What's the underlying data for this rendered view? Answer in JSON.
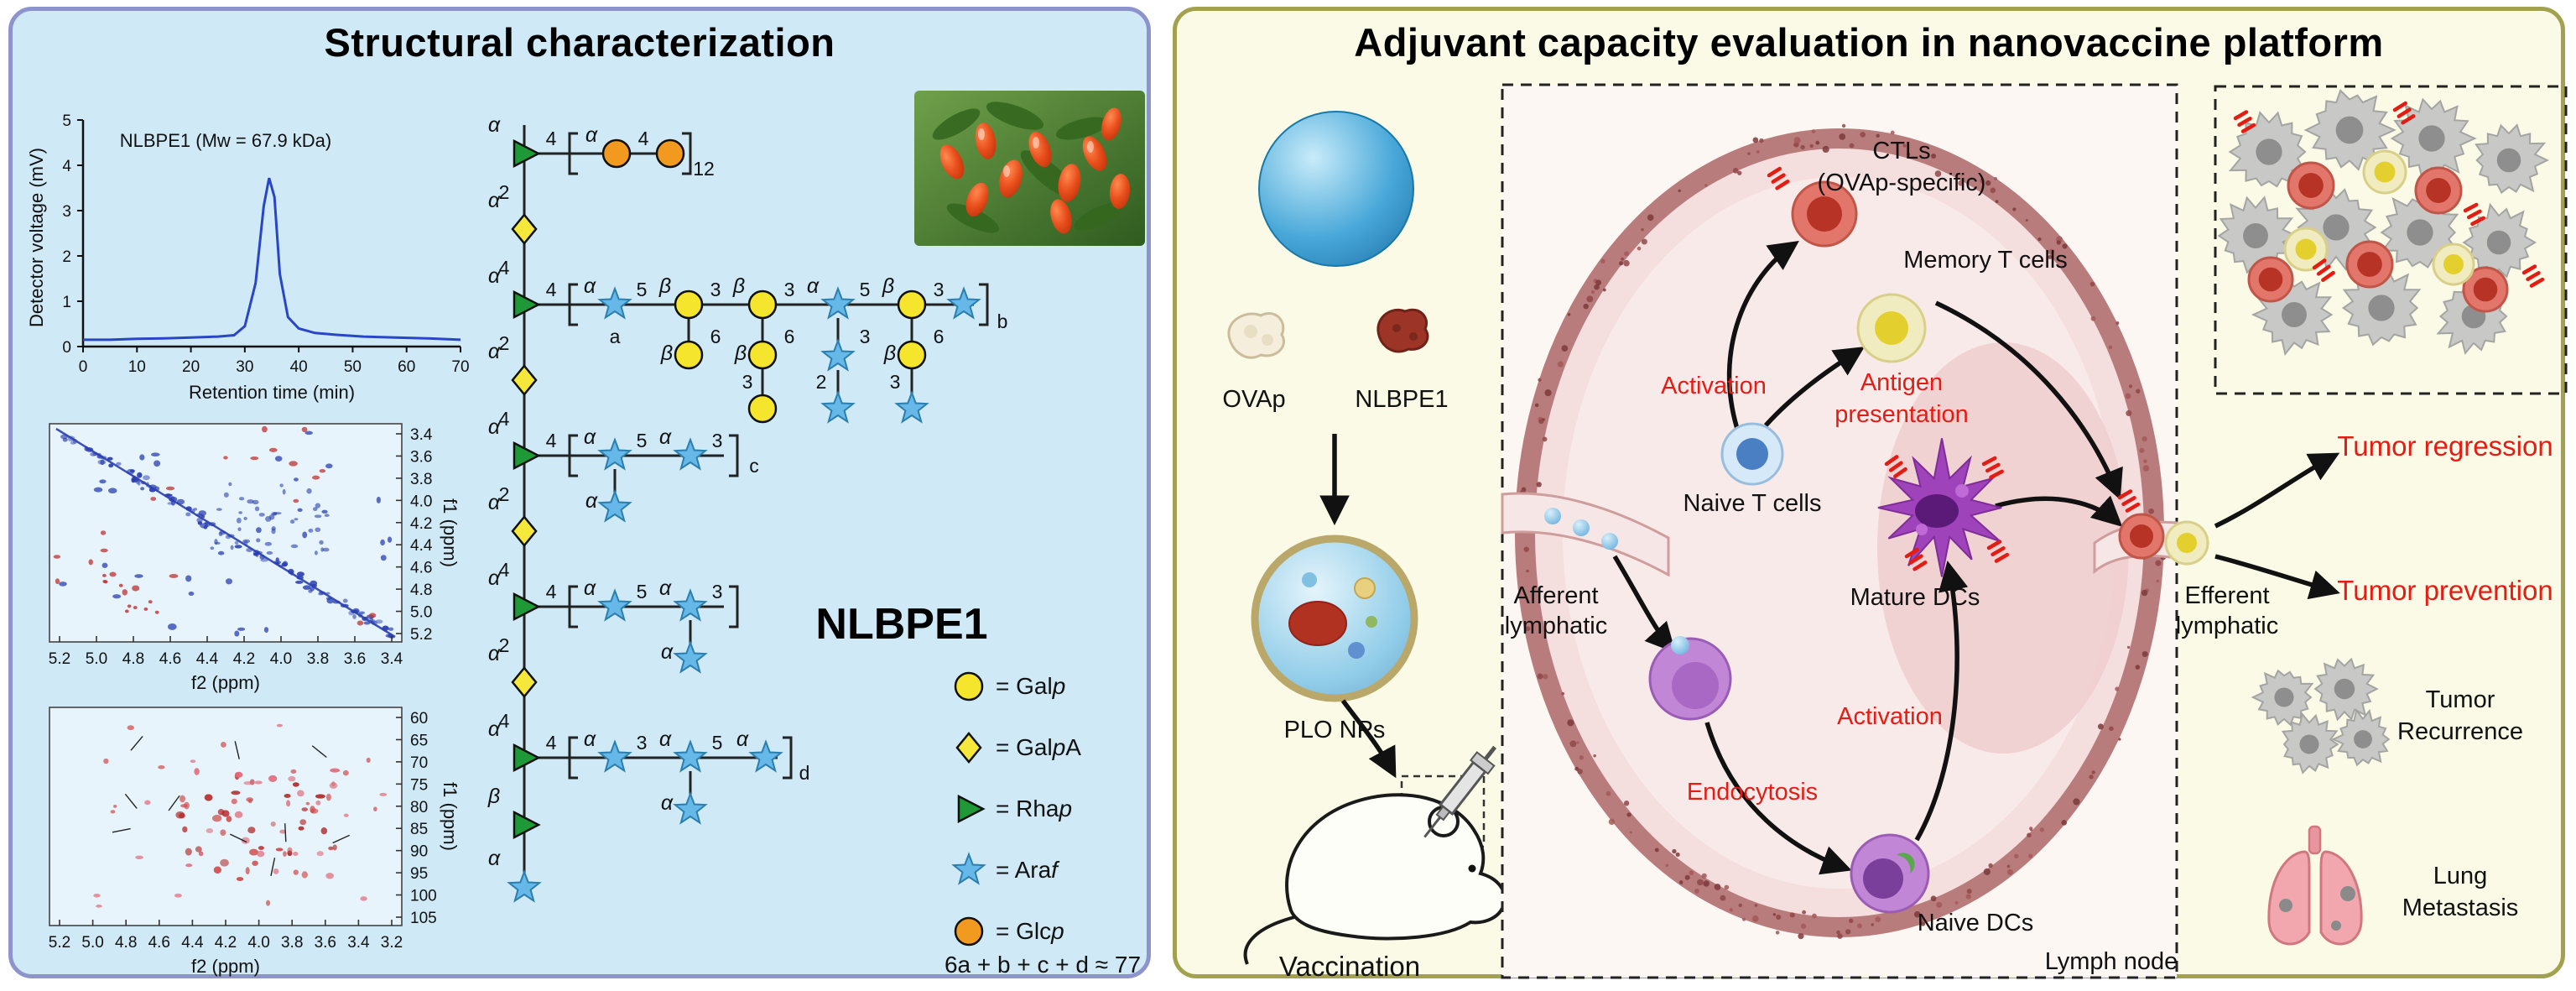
{
  "colors": {
    "left_panel_bg": "#cfe9f6",
    "left_panel_border": "#8d93cc",
    "right_panel_bg": "#fafae6",
    "right_panel_border": "#a2a24e",
    "red_accent": "#e31d14",
    "chromatogram_line": "#2946c8",
    "nmr_top_contours": "#2a3fb0",
    "nmr_bottom_contours": "#d04848",
    "galactose_yellow": "#f5e52c",
    "glucose_orange": "#f29a1f",
    "rhamnose_green": "#1f9838",
    "arabinose_blue": "#66b8e8",
    "lymph_node_fill": "#f5dede",
    "lymph_node_border": "#b97c7c"
  },
  "figure": {
    "left": {
      "title": "Structural characterization",
      "chromatogram": {
        "annotation": "NLBPE1 (Mw = 67.9 kDa)",
        "ylabel": "Detector voltage (mV)",
        "xlabel": "Retention time (min)",
        "yticks": [
          "5",
          "4",
          "3",
          "2",
          "1",
          "0"
        ],
        "xticks": [
          "0",
          "10",
          "20",
          "30",
          "40",
          "50",
          "60",
          "70"
        ]
      },
      "nmr_top": {
        "xlabel": "f2 (ppm)",
        "ylabel": "f1 (ppm)",
        "xticks": [
          "5.2",
          "5.0",
          "4.8",
          "4.6",
          "4.4",
          "4.2",
          "4.0",
          "3.8",
          "3.6",
          "3.4"
        ],
        "yticks": [
          "3.4",
          "3.6",
          "3.8",
          "4.0",
          "4.2",
          "4.4",
          "4.6",
          "4.8",
          "5.0",
          "5.2"
        ]
      },
      "nmr_bottom": {
        "xlabel": "f2 (ppm)",
        "ylabel": "f1 (ppm)",
        "xticks": [
          "5.2",
          "5.0",
          "4.8",
          "4.6",
          "4.4",
          "4.2",
          "4.0",
          "3.8",
          "3.6",
          "3.4",
          "3.2"
        ],
        "yticks": [
          "60",
          "65",
          "70",
          "75",
          "80",
          "85",
          "90",
          "95",
          "100",
          "105"
        ]
      },
      "glycan": {
        "name": "NLBPE1",
        "formula": "6a + b + c + d ≈ 77",
        "sym": {
          "alpha": "α",
          "beta": "β",
          "n2": "2",
          "n3": "3",
          "n4": "4",
          "n5": "5",
          "n6": "6",
          "n12": "12",
          "a": "a",
          "b": "b",
          "c": "c",
          "d": "d"
        },
        "legend": [
          {
            "symbol": "ycirc",
            "pre": "= Gal",
            "it": "p",
            "post": ""
          },
          {
            "symbol": "dia",
            "pre": "= Gal",
            "it": "p",
            "post": "A"
          },
          {
            "symbol": "tri",
            "pre": "= Rha",
            "it": "p",
            "post": ""
          },
          {
            "symbol": "star",
            "pre": "= Ara",
            "it": "f",
            "post": ""
          },
          {
            "symbol": "ocirc",
            "pre": "= Glc",
            "it": "p",
            "post": ""
          }
        ]
      }
    },
    "right": {
      "title": "Adjuvant capacity evaluation in nanovaccine platform",
      "labels": {
        "ovap": "OVAp",
        "nlbpe1": "NLBPE1",
        "plo_nps": "PLO NPs",
        "vaccination": "Vaccination",
        "ctls_1": "CTLs",
        "ctls_2": "(OVAp-specific)",
        "memory_t": "Memory T cells",
        "activation": "Activation",
        "antigen_1": "Antigen",
        "antigen_2": "presentation",
        "naive_t": "Naive T cells",
        "mature_dcs": "Mature DCs",
        "afferent_1": "Afferent",
        "afferent_2": "lymphatic",
        "efferent_1": "Efferent",
        "efferent_2": "lymphatic",
        "endocytosis": "Endocytosis",
        "naive_dcs": "Naive DCs",
        "lymph_node": "Lymph node",
        "tumor_regression": "Tumor regression",
        "tumor_prevention": "Tumor prevention",
        "recurrence_1": "Tumor",
        "recurrence_2": "Recurrence",
        "metastasis_1": "Lung",
        "metastasis_2": "Metastasis"
      }
    }
  },
  "chart_data": {
    "type": "line",
    "title": "NLBPE1 (Mw = 67.9 kDa)",
    "xlabel": "Retention time (min)",
    "ylabel": "Detector voltage (mV)",
    "xlim": [
      0,
      70
    ],
    "ylim": [
      0,
      5
    ],
    "x": [
      0,
      5,
      10,
      15,
      20,
      25,
      28,
      30,
      32,
      33.5,
      34.5,
      35.5,
      36.5,
      38,
      40,
      43,
      47,
      52,
      58,
      64,
      70
    ],
    "y": [
      0.15,
      0.15,
      0.17,
      0.18,
      0.2,
      0.22,
      0.25,
      0.45,
      1.4,
      3.1,
      3.72,
      3.3,
      1.6,
      0.65,
      0.4,
      0.3,
      0.26,
      0.22,
      0.2,
      0.18,
      0.15
    ]
  }
}
